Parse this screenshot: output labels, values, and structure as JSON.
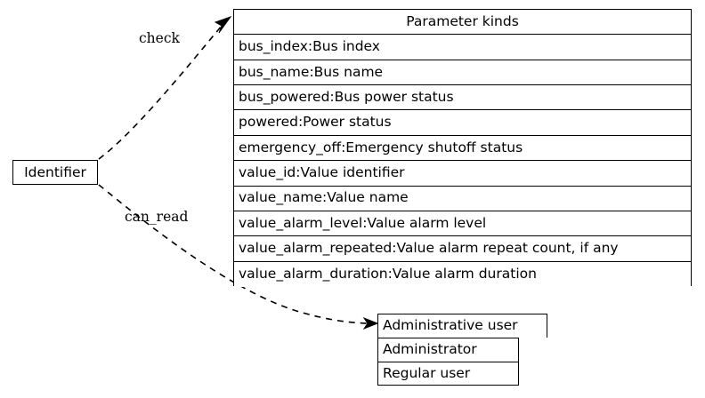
{
  "diagram": {
    "type": "graphviz-record-diagram",
    "background": "#ffffff",
    "line_color": "#000000",
    "text_color": "#000000"
  },
  "source_node": {
    "label": "Identifier"
  },
  "parameter_kinds": {
    "title": "Parameter kinds",
    "rows": [
      "bus_index:Bus index",
      "bus_name:Bus name",
      "bus_powered:Bus power status",
      "powered:Power status",
      "emergency_off:Emergency shutoff status",
      "value_id:Value identifier",
      "value_name:Value name",
      "value_alarm_level:Value alarm level",
      "value_alarm_repeated:Value alarm repeat count, if any",
      "value_alarm_duration:Value alarm duration"
    ]
  },
  "admin_user": {
    "title": "Administrative user",
    "rows": [
      "Administrator",
      "Regular user"
    ]
  },
  "edges": [
    {
      "label": "check",
      "from": "Identifier",
      "to": "Parameter kinds",
      "style": "dashed",
      "arrowhead": "normal"
    },
    {
      "label": "can_read",
      "from": "Identifier",
      "to": "Administrative user",
      "style": "dashed",
      "arrowhead": "normal"
    }
  ]
}
